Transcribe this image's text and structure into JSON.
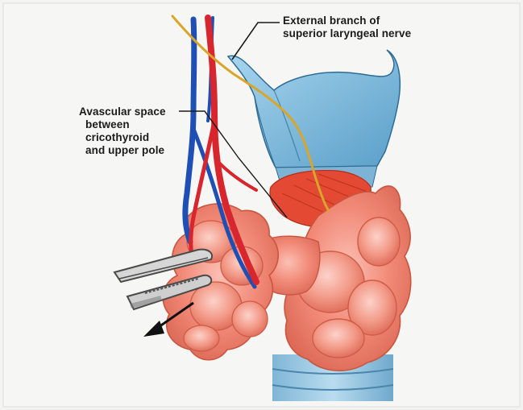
{
  "labels": {
    "nerve": [
      "External branch of",
      "superior laryngeal nerve"
    ],
    "avascular_space": [
      "Avascular space",
      "between",
      "cricothyroid",
      "and upper pole"
    ]
  },
  "colors": {
    "background": "#f3f3f1",
    "thyroid": "#f28a78",
    "thyroid_highlight": "#f9b3a7",
    "thyroid_shadow": "#d8604f",
    "cartilage": "#8fc8e6",
    "cartilage_dark": "#4f95bf",
    "cricothyroid_muscle": "#e4462f",
    "artery": "#d7262e",
    "vein": "#1f4fb5",
    "nerve": "#d9a52a",
    "instrument": "#c9c9c9"
  },
  "icons": [
    "forceps-icon",
    "arrow-icon"
  ]
}
